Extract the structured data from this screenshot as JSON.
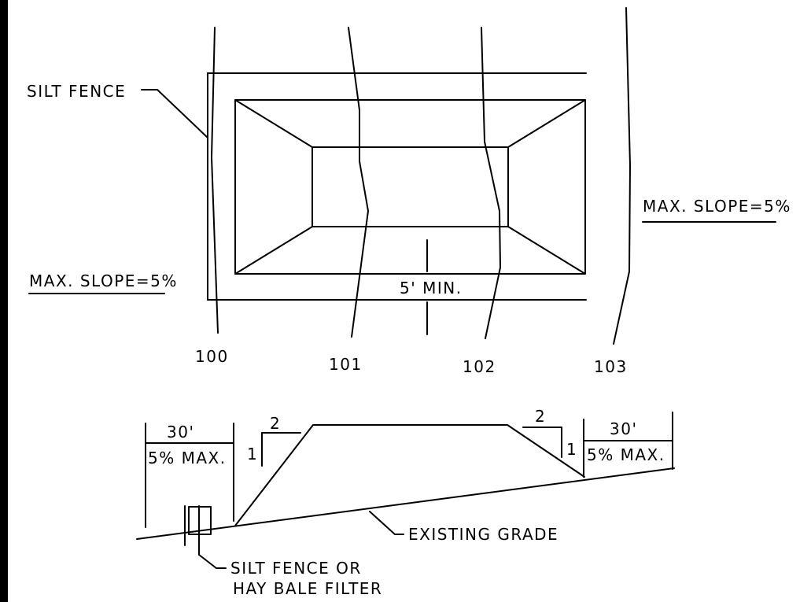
{
  "plan_view": {
    "silt_fence_label": "SILT FENCE",
    "max_slope_left": "MAX. SLOPE=5%",
    "max_slope_right": "MAX. SLOPE=5%",
    "min_width_label": "5' MIN.",
    "contours": [
      "100",
      "101",
      "102",
      "103"
    ]
  },
  "section_view": {
    "left_length": "30'",
    "left_grade": "5% MAX.",
    "right_length": "30'",
    "right_grade": "5% MAX.",
    "left_slope_run": "2",
    "left_slope_rise": "1",
    "right_slope_run": "2",
    "right_slope_rise": "1",
    "existing_grade_label": "EXISTING GRADE",
    "filter_label_line1": "SILT FENCE OR",
    "filter_label_line2": "HAY BALE FILTER"
  },
  "colors": {
    "ink": "#000000",
    "paper": "#ffffff"
  }
}
